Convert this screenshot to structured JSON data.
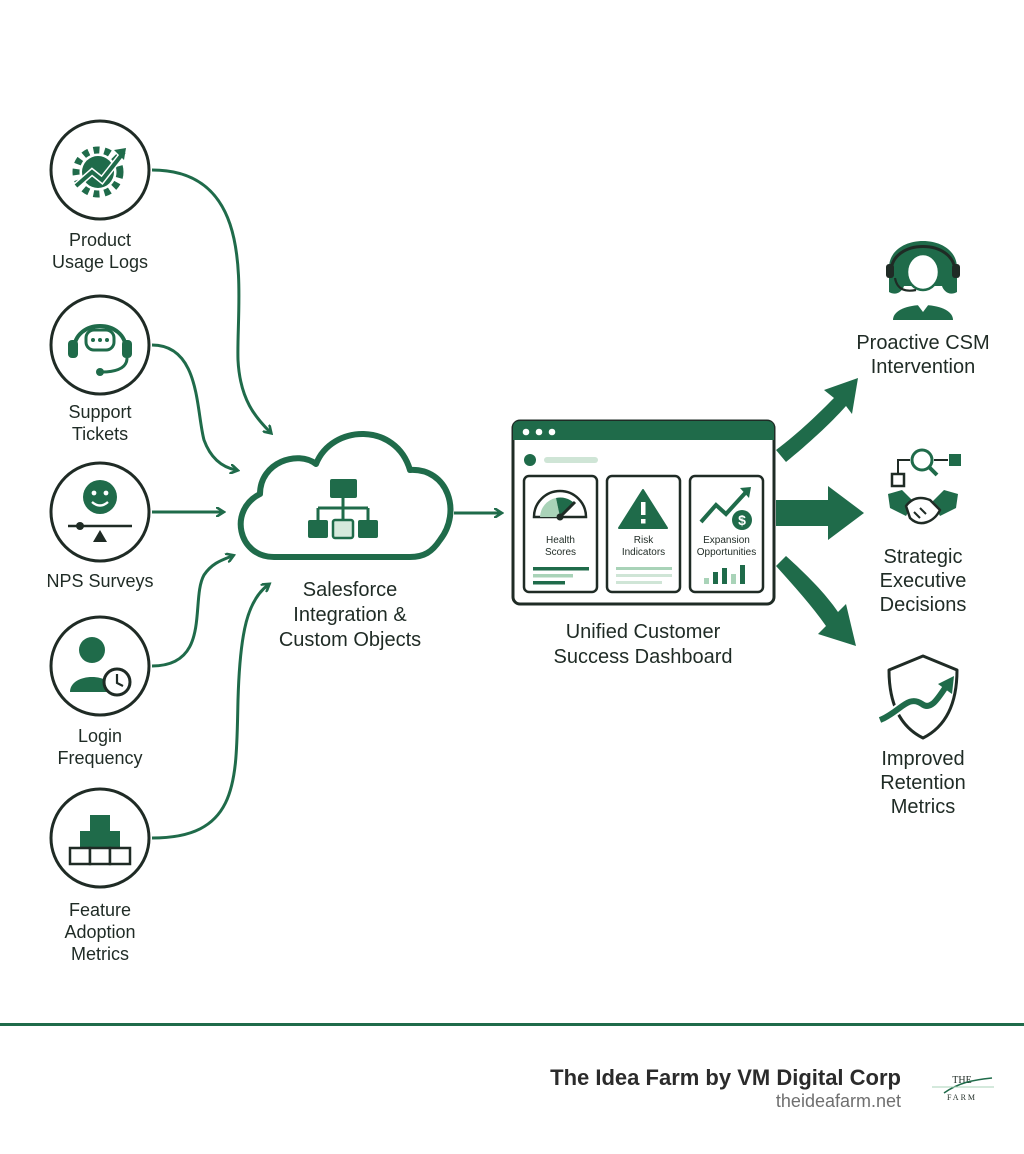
{
  "sources": [
    {
      "label": "Product\nUsage Logs",
      "icon": "gear-trend-icon"
    },
    {
      "label": "Support\nTickets",
      "icon": "headset-chat-icon"
    },
    {
      "label": "NPS Surveys",
      "icon": "smiley-slider-icon"
    },
    {
      "label": "Login\nFrequency",
      "icon": "user-clock-icon"
    },
    {
      "label": "Feature\nAdoption\nMetrics",
      "icon": "blocks-icon"
    }
  ],
  "hub": {
    "label": "Salesforce\nIntegration &\nCustom Objects",
    "icon": "cloud-hierarchy-icon"
  },
  "dashboard": {
    "label": "Unified Customer\nSuccess Dashboard",
    "cards": [
      {
        "label": "Health\nScores",
        "icon": "gauge-icon"
      },
      {
        "label": "Risk\nIndicators",
        "icon": "warning-icon"
      },
      {
        "label": "Expansion\nOpportunities",
        "icon": "trend-dollar-icon"
      }
    ]
  },
  "outcomes": [
    {
      "label": "Proactive CSM\nIntervention",
      "icon": "agent-headset-icon"
    },
    {
      "label": "Strategic\nExecutive\nDecisions",
      "icon": "handshake-icon"
    },
    {
      "label": "Improved\nRetention\nMetrics",
      "icon": "shield-trend-icon"
    }
  ],
  "footer": {
    "company": "The Idea Farm by VM Digital Corp",
    "url": "theideafarm.net",
    "logo_text": "THE IDEA FARM"
  },
  "colors": {
    "primary": "#1f6b4a",
    "light": "#a9d3b8",
    "text": "#1f2b25",
    "footer_rule": "#1f6b4a"
  }
}
